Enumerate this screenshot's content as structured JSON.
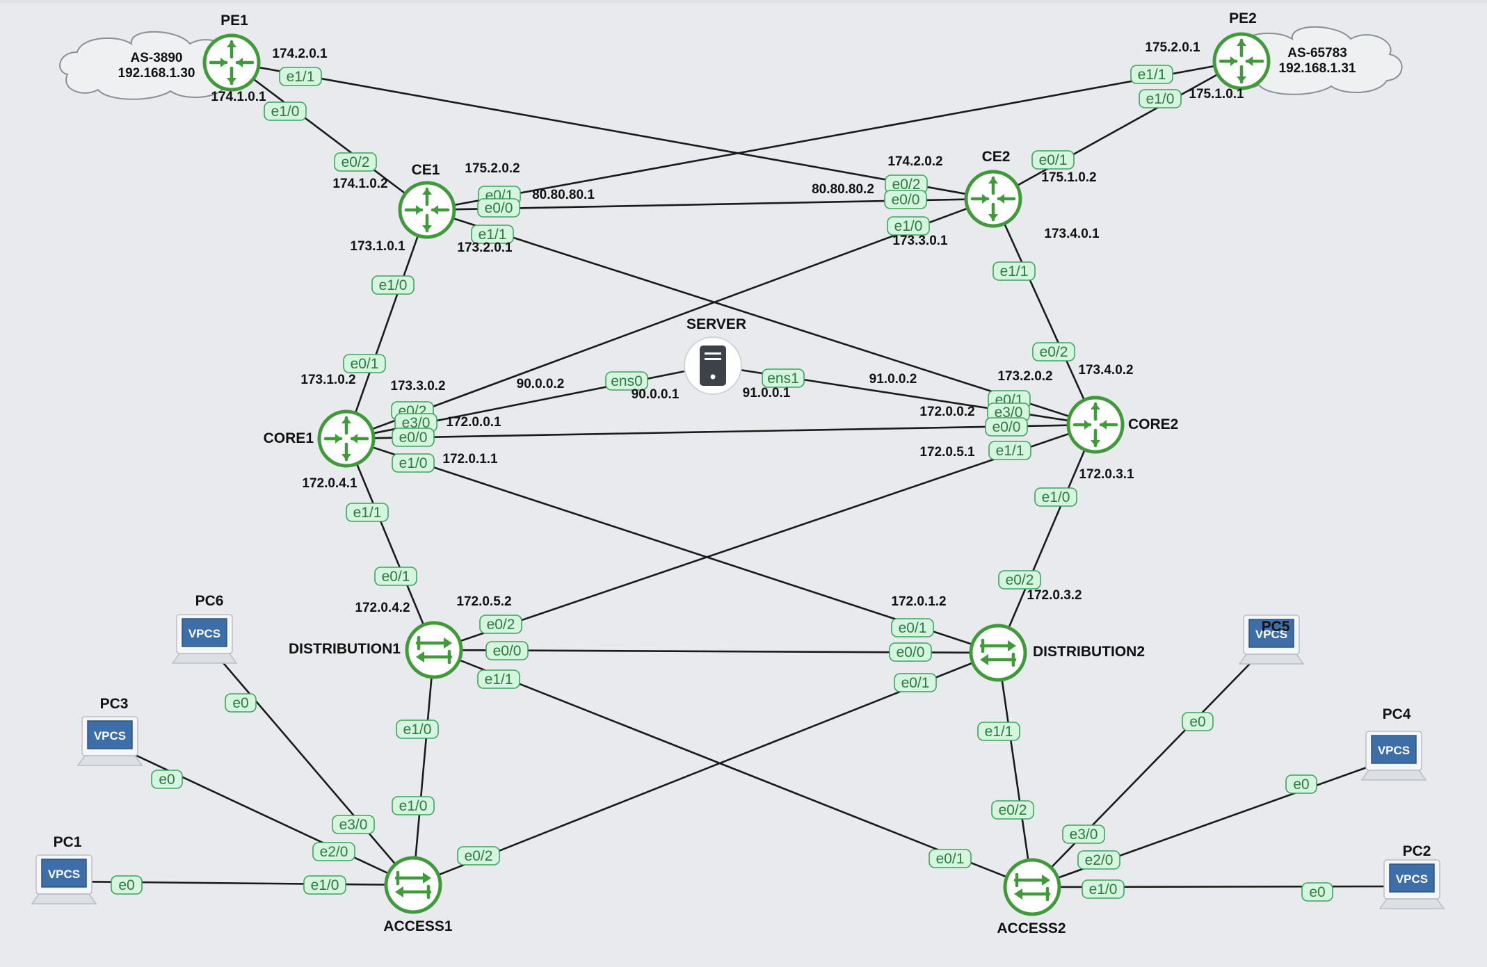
{
  "diagram": {
    "clouds": [
      {
        "id": "pe1-cloud",
        "lines": [
          "AS-3890",
          "192.168.1.30"
        ]
      },
      {
        "id": "pe2-cloud",
        "lines": [
          "AS-65783",
          "192.168.1.31"
        ]
      }
    ],
    "nodes": [
      {
        "id": "PE1",
        "label": "PE1",
        "kind": "router"
      },
      {
        "id": "PE2",
        "label": "PE2",
        "kind": "router"
      },
      {
        "id": "CE1",
        "label": "CE1",
        "kind": "router"
      },
      {
        "id": "CE2",
        "label": "CE2",
        "kind": "router"
      },
      {
        "id": "CORE1",
        "label": "CORE1",
        "kind": "router"
      },
      {
        "id": "CORE2",
        "label": "CORE2",
        "kind": "router"
      },
      {
        "id": "SERVER",
        "label": "SERVER",
        "kind": "server"
      },
      {
        "id": "DISTRIBUTION1",
        "label": "DISTRIBUTION1",
        "kind": "switch"
      },
      {
        "id": "DISTRIBUTION2",
        "label": "DISTRIBUTION2",
        "kind": "switch"
      },
      {
        "id": "ACCESS1",
        "label": "ACCESS1",
        "kind": "switch"
      },
      {
        "id": "ACCESS2",
        "label": "ACCESS2",
        "kind": "switch"
      },
      {
        "id": "PC1",
        "label": "PC1",
        "kind": "vpcs"
      },
      {
        "id": "PC2",
        "label": "PC2",
        "kind": "vpcs"
      },
      {
        "id": "PC3",
        "label": "PC3",
        "kind": "vpcs"
      },
      {
        "id": "PC4",
        "label": "PC4",
        "kind": "vpcs"
      },
      {
        "id": "PC5",
        "label": "PC5",
        "kind": "vpcs"
      },
      {
        "id": "PC6",
        "label": "PC6",
        "kind": "vpcs"
      }
    ],
    "vpcs_badge": "VPCS",
    "links": [
      {
        "a": "PE1",
        "b": "CE2",
        "a_if": "e1/1",
        "b_if": "e0/2"
      },
      {
        "a": "PE1",
        "b": "CE1",
        "a_if": "e1/0",
        "b_if": "e0/2"
      },
      {
        "a": "PE2",
        "b": "CE1",
        "a_if": "e1/1",
        "b_if": "e0/1"
      },
      {
        "a": "PE2",
        "b": "CE2",
        "a_if": "e1/0",
        "b_if": "e0/1"
      },
      {
        "a": "CE1",
        "b": "CE2",
        "a_if": "e0/0",
        "b_if": "e0/0"
      },
      {
        "a": "CE1",
        "b": "CORE1",
        "a_if": "e1/0",
        "b_if": "e0/1"
      },
      {
        "a": "CE1",
        "b": "CORE2",
        "a_if": "e1/1",
        "b_if": "e0/1"
      },
      {
        "a": "CE2",
        "b": "CORE1",
        "a_if": "e1/0",
        "b_if": "e0/2"
      },
      {
        "a": "CE2",
        "b": "CORE2",
        "a_if": "e1/1",
        "b_if": "e0/2"
      },
      {
        "a": "CORE1",
        "b": "SERVER",
        "a_if": "e3/0",
        "b_if": "ens0"
      },
      {
        "a": "SERVER",
        "b": "CORE2",
        "a_if": "ens1",
        "b_if": "e3/0"
      },
      {
        "a": "CORE1",
        "b": "CORE2",
        "a_if": "e0/0",
        "b_if": "e0/0"
      },
      {
        "a": "CORE1",
        "b": "DISTRIBUTION2",
        "a_if": "e1/0",
        "b_if": "e0/1"
      },
      {
        "a": "CORE1",
        "b": "DISTRIBUTION1",
        "a_if": "e1/1",
        "b_if": "e0/1"
      },
      {
        "a": "CORE2",
        "b": "DISTRIBUTION1",
        "a_if": "e1/1",
        "b_if": "e0/2"
      },
      {
        "a": "CORE2",
        "b": "DISTRIBUTION2",
        "a_if": "e1/0",
        "b_if": "e0/2"
      },
      {
        "a": "DISTRIBUTION1",
        "b": "DISTRIBUTION2",
        "a_if": "e0/0",
        "b_if": "e0/0"
      },
      {
        "a": "DISTRIBUTION1",
        "b": "ACCESS1",
        "a_if": "e1/0",
        "b_if": "e0/1"
      },
      {
        "a": "DISTRIBUTION1",
        "b": "ACCESS2",
        "a_if": "e1/1",
        "b_if": "e0/1"
      },
      {
        "a": "DISTRIBUTION2",
        "b": "ACCESS1",
        "a_if": "e1/0",
        "b_if": "e0/2"
      },
      {
        "a": "DISTRIBUTION2",
        "b": "ACCESS2",
        "a_if": "e1/1",
        "b_if": "e0/2"
      },
      {
        "a": "PC6",
        "b": "ACCESS1",
        "a_if": "e0",
        "b_if": "e3/0"
      },
      {
        "a": "PC3",
        "b": "ACCESS1",
        "a_if": "e0",
        "b_if": "e2/0"
      },
      {
        "a": "PC1",
        "b": "ACCESS1",
        "a_if": "e0",
        "b_if": "e1/0"
      },
      {
        "a": "PC5",
        "b": "ACCESS2",
        "a_if": "e0",
        "b_if": "e3/0"
      },
      {
        "a": "PC4",
        "b": "ACCESS2",
        "a_if": "e0",
        "b_if": "e2/0"
      },
      {
        "a": "PC2",
        "b": "ACCESS2",
        "a_if": "e0",
        "b_if": "e1/0"
      }
    ],
    "ip_labels": [
      "174.2.0.1",
      "174.1.0.1",
      "175.2.0.1",
      "175.1.0.1",
      "174.1.0.2",
      "175.2.0.2",
      "80.80.80.1",
      "173.1.0.1",
      "173.2.0.1",
      "174.2.0.2",
      "80.80.80.2",
      "173.3.0.1",
      "175.1.0.2",
      "173.4.0.1",
      "173.3.0.2",
      "173.1.0.2",
      "90.0.0.2",
      "90.0.0.1",
      "91.0.0.1",
      "91.0.0.2",
      "172.0.0.1",
      "172.0.1.1",
      "172.0.4.1",
      "173.2.0.2",
      "173.4.0.2",
      "172.0.0.2",
      "172.0.5.1",
      "172.0.3.1",
      "172.0.4.2",
      "172.0.5.2",
      "172.0.1.2",
      "172.0.3.2"
    ]
  }
}
